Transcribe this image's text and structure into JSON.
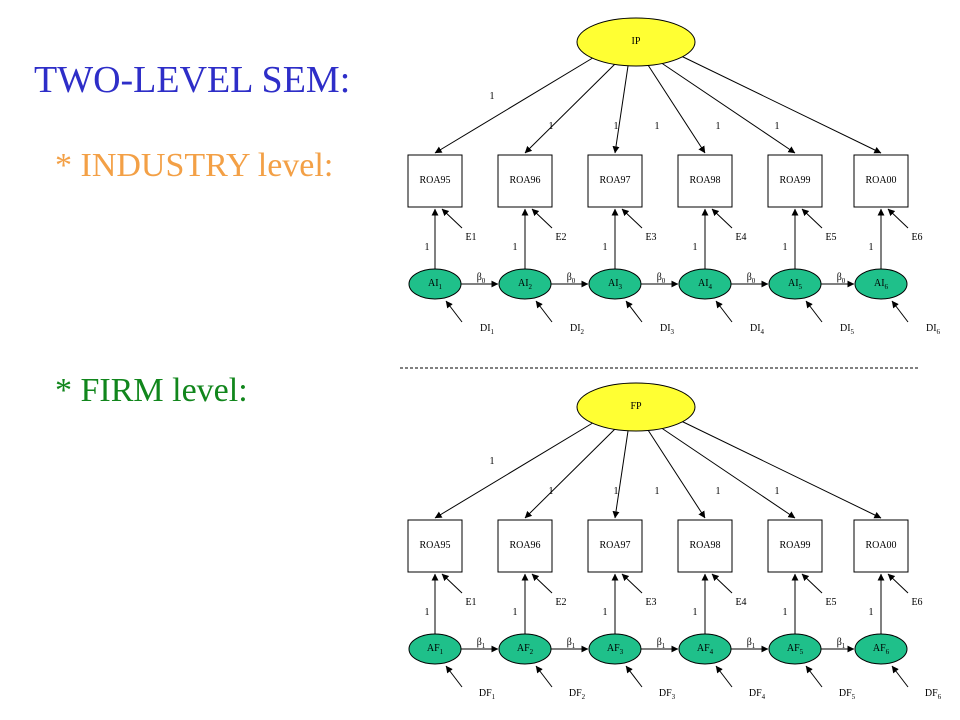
{
  "title": "TWO-LEVEL SEM:",
  "levels": [
    {
      "label": "* INDUSTRY level:",
      "color": "#f3a046"
    },
    {
      "label": "* FIRM level:",
      "color": "#11861c"
    }
  ],
  "colors": {
    "top_latent_fill": "#ffff33",
    "factor_fill": "#1fc08a",
    "line": "#000000"
  },
  "models": [
    {
      "top": "IP",
      "indicators": [
        "ROA95",
        "ROA96",
        "ROA97",
        "ROA98",
        "ROA99",
        "ROA00"
      ],
      "loading_labels": [
        "1",
        "1",
        "1",
        "1",
        "1",
        "1"
      ],
      "errors": [
        "E1",
        "E2",
        "E3",
        "E4",
        "E5",
        "E6"
      ],
      "factor_base": "AI",
      "factors": [
        "1",
        "2",
        "3",
        "4",
        "5",
        "6"
      ],
      "factor_loadings": [
        "1",
        "1",
        "1",
        "1",
        "1",
        "1"
      ],
      "beta": {
        "symbol": "β",
        "sub": "0"
      },
      "disturbance_base": "DI",
      "disturbances": [
        "1",
        "2",
        "3",
        "4",
        "5",
        "6"
      ]
    },
    {
      "top": "FP",
      "indicators": [
        "ROA95",
        "ROA96",
        "ROA97",
        "ROA98",
        "ROA99",
        "ROA00"
      ],
      "loading_labels": [
        "1",
        "1",
        "1",
        "1",
        "1",
        "1"
      ],
      "errors": [
        "E1",
        "E2",
        "E3",
        "E4",
        "E5",
        "E6"
      ],
      "factor_base": "AF",
      "factors": [
        "1",
        "2",
        "3",
        "4",
        "5",
        "6"
      ],
      "factor_loadings": [
        "1",
        "1",
        "1",
        "1",
        "1",
        "1"
      ],
      "beta": {
        "symbol": "β",
        "sub": "1"
      },
      "disturbance_base": "DF",
      "disturbances": [
        "1",
        "2",
        "3",
        "4",
        "5",
        "6"
      ]
    }
  ]
}
